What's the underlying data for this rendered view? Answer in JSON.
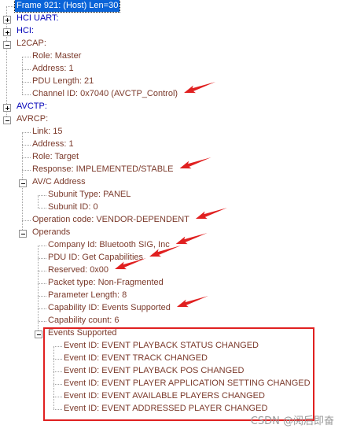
{
  "tree": [
    {
      "key": "frame",
      "label": "Frame 921: (Host) Len=30",
      "level": 0,
      "row": 0,
      "expander": "none",
      "style": "sel"
    },
    {
      "key": "hci-uart",
      "label": "HCI UART:",
      "level": 0,
      "row": 1,
      "expander": "plus",
      "style": "proto"
    },
    {
      "key": "hci",
      "label": "HCI:",
      "level": 0,
      "row": 2,
      "expander": "plus",
      "style": "proto"
    },
    {
      "key": "l2cap",
      "label": "L2CAP:",
      "level": 0,
      "row": 3,
      "expander": "minus",
      "style": "field"
    },
    {
      "key": "l2cap-role",
      "label": "Role: Master",
      "level": 1,
      "row": 4,
      "expander": "none",
      "style": "field"
    },
    {
      "key": "l2cap-address",
      "label": "Address: 1",
      "level": 1,
      "row": 5,
      "expander": "none",
      "style": "field"
    },
    {
      "key": "l2cap-pdu-length",
      "label": "PDU Length: 21",
      "level": 1,
      "row": 6,
      "expander": "none",
      "style": "field"
    },
    {
      "key": "l2cap-channel-id",
      "label": "Channel ID: 0x7040  (AVCTP_Control)",
      "level": 1,
      "row": 7,
      "expander": "none",
      "style": "field"
    },
    {
      "key": "avctp",
      "label": "AVCTP:",
      "level": 0,
      "row": 8,
      "expander": "plus",
      "style": "proto"
    },
    {
      "key": "avrcp",
      "label": "AVRCP:",
      "level": 0,
      "row": 9,
      "expander": "minus",
      "style": "field"
    },
    {
      "key": "avrcp-link",
      "label": "Link: 15",
      "level": 1,
      "row": 10,
      "expander": "none",
      "style": "field"
    },
    {
      "key": "avrcp-address",
      "label": "Address: 1",
      "level": 1,
      "row": 11,
      "expander": "none",
      "style": "field"
    },
    {
      "key": "avrcp-role",
      "label": "Role: Target",
      "level": 1,
      "row": 12,
      "expander": "none",
      "style": "field"
    },
    {
      "key": "avrcp-response",
      "label": "Response: IMPLEMENTED/STABLE",
      "level": 1,
      "row": 13,
      "expander": "none",
      "style": "field"
    },
    {
      "key": "avc-address",
      "label": "AV/C Address",
      "level": 1,
      "row": 14,
      "expander": "minus",
      "style": "field"
    },
    {
      "key": "subunit-type",
      "label": "Subunit Type: PANEL",
      "level": 2,
      "row": 15,
      "expander": "none",
      "style": "field"
    },
    {
      "key": "subunit-id",
      "label": "Subunit ID: 0",
      "level": 2,
      "row": 16,
      "expander": "none",
      "style": "field"
    },
    {
      "key": "operation-code",
      "label": "Operation code: VENDOR-DEPENDENT",
      "level": 1,
      "row": 17,
      "expander": "none",
      "style": "field"
    },
    {
      "key": "operands",
      "label": "Operands",
      "level": 1,
      "row": 18,
      "expander": "minus",
      "style": "field"
    },
    {
      "key": "company-id",
      "label": "Company Id: Bluetooth SIG, Inc",
      "level": 2,
      "row": 19,
      "expander": "none",
      "style": "field"
    },
    {
      "key": "pdu-id",
      "label": "PDU ID: Get Capabilities",
      "level": 2,
      "row": 20,
      "expander": "none",
      "style": "field"
    },
    {
      "key": "reserved",
      "label": "Reserved: 0x00",
      "level": 2,
      "row": 21,
      "expander": "none",
      "style": "field"
    },
    {
      "key": "packet-type",
      "label": "Packet type: Non-Fragmented",
      "level": 2,
      "row": 22,
      "expander": "none",
      "style": "field"
    },
    {
      "key": "parameter-length",
      "label": "Parameter Length: 8",
      "level": 2,
      "row": 23,
      "expander": "none",
      "style": "field"
    },
    {
      "key": "capability-id",
      "label": "Capability ID: Events Supported",
      "level": 2,
      "row": 24,
      "expander": "none",
      "style": "field"
    },
    {
      "key": "capability-count",
      "label": "Capability count: 6",
      "level": 2,
      "row": 25,
      "expander": "none",
      "style": "field"
    },
    {
      "key": "events-supported",
      "label": "Events Supported",
      "level": 2,
      "row": 26,
      "expander": "minus",
      "style": "field"
    },
    {
      "key": "event-1",
      "label": "Event ID: EVENT PLAYBACK STATUS CHANGED",
      "level": 3,
      "row": 27,
      "expander": "none",
      "style": "field"
    },
    {
      "key": "event-2",
      "label": "Event ID: EVENT TRACK CHANGED",
      "level": 3,
      "row": 28,
      "expander": "none",
      "style": "field"
    },
    {
      "key": "event-3",
      "label": "Event ID: EVENT PLAYBACK POS CHANGED",
      "level": 3,
      "row": 29,
      "expander": "none",
      "style": "field"
    },
    {
      "key": "event-4",
      "label": "Event ID: EVENT PLAYER APPLICATION SETTING CHANGED",
      "level": 3,
      "row": 30,
      "expander": "none",
      "style": "field"
    },
    {
      "key": "event-5",
      "label": "Event ID: EVENT AVAILABLE PLAYERS CHANGED",
      "level": 3,
      "row": 31,
      "expander": "none",
      "style": "field"
    },
    {
      "key": "event-6",
      "label": "Event ID: EVENT ADDRESSED PLAYER CHANGED",
      "level": 3,
      "row": 32,
      "expander": "none",
      "style": "field"
    }
  ],
  "annotation_rows": [
    7,
    13,
    17,
    19,
    20,
    21,
    24
  ],
  "watermark": "CSDN @阅后即奋",
  "colors": {
    "field_text": "#7b3a2b",
    "protocol_text": "#0000b8",
    "selection_bg": "#0a64d8",
    "annotation_red": "#e02020"
  }
}
